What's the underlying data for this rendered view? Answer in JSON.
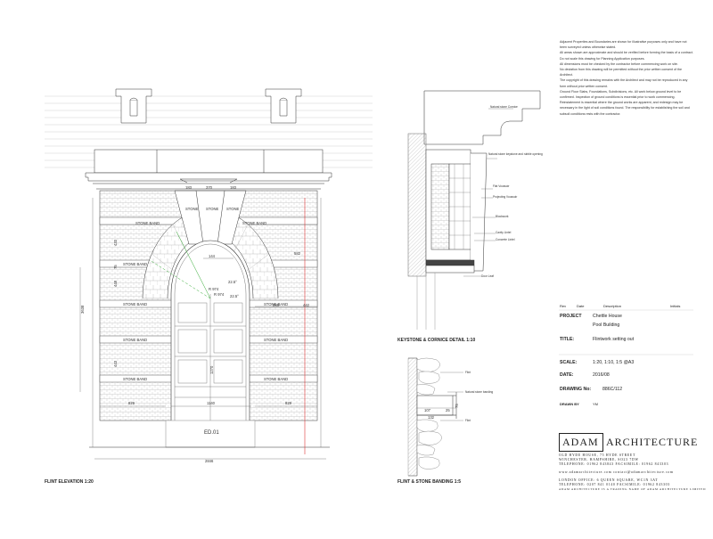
{
  "notes": [
    "Adjacent Properties and Boundaries are shown for illustrative purposes only and have not been surveyed unless otherwise stated.",
    "All areas shown are approximate and should be verified before forming the basis of a contract.",
    "Do not scale this drawing for Planning Application purposes.",
    "All dimensions must be checked by the contractor before commencing work on site.",
    "No deviation from this drawing will be permitted without the prior written consent of the Architect.",
    "The copyright of this drawing remains with the Architect and may not be reproduced in any form without prior written consent.",
    "Ground Floor Slabs, Foundations, Subdivisions, etc. All work below ground level to be confirmed. Inspection of ground conditions is essential prior to work commencing.",
    "Reinstatement is essential where the ground works are apparent, and redesign may be necessary in the light of soil conditions found. The responsibility for establishing the soil and subsoil conditions rests with the contractor."
  ],
  "revision_headers": {
    "rev": "Rev",
    "date": "Date",
    "description": "Description",
    "initials": "Initials"
  },
  "title_block": {
    "project_label": "PROJECT",
    "project_value_1": "Chettle House",
    "project_value_2": "Pool Building",
    "title_label": "TITLE:",
    "title_value": "Flintwork setting out",
    "scale_label": "SCALE:",
    "scale_value": "1:20, 1:10, 1:5 @A3",
    "date_label": "DATE:",
    "date_value": "2016/08",
    "drawing_no_label": "DRAWING No:",
    "drawing_no_value": "886C/112",
    "drawn_by_label": "DRAWN BY",
    "drawn_by_value": "YM"
  },
  "brand": {
    "part1": "ADAM",
    "part2": "ARCHITECTURE"
  },
  "address": [
    "OLD HYDE HOUSE, 75 HYDE STREET",
    "WINCHESTER, HAMPSHIRE, SO23 7DW",
    "TELEPHONE: 01962 843843 FACSIMILE: 01962 843303",
    "www.adamarchitecture.com  contact@adamarchitecture.com",
    "LONDON OFFICE: 6 QUEEN SQUARE, WC1N 3AT",
    "TELEPHONE: 0207 841 0140 FACSIMILE: 01962 843303",
    "ADAM ARCHITECTURE IS A TRADING NAME OF ADAM ARCHITECTURE LIMITED"
  ],
  "captions": {
    "elevation": "FLINT ELEVATION 1:20",
    "keystone": "KEYSTONE & CORNICE DETAIL 1:10",
    "banding": "FLINT & STONE BANDING 1:5"
  },
  "elevation_labels": {
    "stone_band": "STONE BAND",
    "stone": "STONE",
    "door_ref": "ED.01",
    "dim_top_left": "183",
    "dim_top_mid": "370",
    "dim_top_right": "183",
    "dim_overall": "2846",
    "dim_door": "1140",
    "dim_left_pier": "829",
    "dim_right_pier": "829",
    "dim_height": "3638",
    "dim_arch": "144",
    "dim_rad1": "R 974",
    "dim_rad2": "R 974",
    "dim_right_1": "582",
    "dim_right_2": "288",
    "dim_right_3": "442",
    "dim_door_h": "1270",
    "dim_side_1": "433",
    "dim_side_2": "75",
    "dim_side_3": "448",
    "dim_side_4": "443",
    "angle_1": "22.5°",
    "angle_2": "22.5°"
  },
  "detail_labels": {
    "cornice": "Natural stone Cornice",
    "keystone": "Natural stone keystone and rubble opening",
    "voussoir": "Flat Voussoir",
    "projecting_voussoir": "Projecting Voussoir",
    "blockwork": "Blockwork",
    "cavity_lintel": "Cavity Lintel",
    "concrete_lintel": "Concrete Lintel",
    "door_leaf": "Door Leaf"
  },
  "banding_labels": {
    "flint_top": "Flint",
    "stone_banding": "Natural stone banding",
    "flint_bottom": "Flint",
    "dim_1": "107",
    "dim_2": "25",
    "dim_3": "132",
    "dim_4": "75"
  }
}
